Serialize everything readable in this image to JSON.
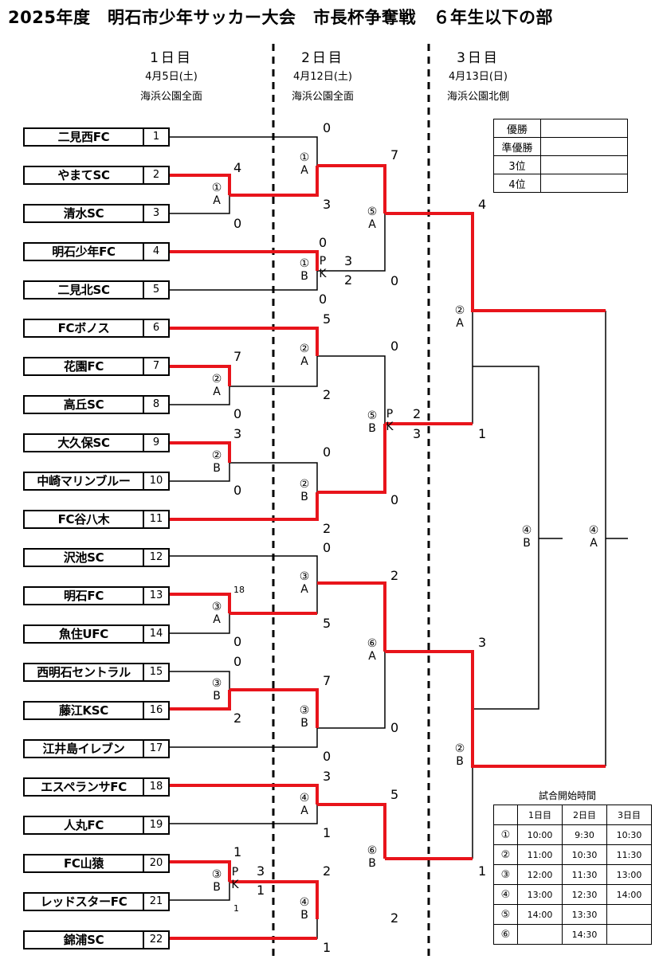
{
  "title": "2025年度　明石市少年サッカー大会　市長杯争奪戦　６年生以下の部",
  "days": [
    {
      "day": "1日目",
      "date": "4月5日(土)",
      "venue": "海浜公園全面"
    },
    {
      "day": "2日目",
      "date": "4月12日(土)",
      "venue": "海浜公園全面"
    },
    {
      "day": "3日目",
      "date": "4月13日(日)",
      "venue": "海浜公園北側"
    }
  ],
  "teams": [
    {
      "name": "二見西FC",
      "no": "1"
    },
    {
      "name": "やまてSC",
      "no": "2"
    },
    {
      "name": "清水SC",
      "no": "3"
    },
    {
      "name": "明石少年FC",
      "no": "4"
    },
    {
      "name": "二見北SC",
      "no": "5"
    },
    {
      "name": "FCボノス",
      "no": "6"
    },
    {
      "name": "花園FC",
      "no": "7"
    },
    {
      "name": "高丘SC",
      "no": "8"
    },
    {
      "name": "大久保SC",
      "no": "9"
    },
    {
      "name": "中崎マリンブルー",
      "no": "10"
    },
    {
      "name": "FC谷八木",
      "no": "11"
    },
    {
      "name": "沢池SC",
      "no": "12"
    },
    {
      "name": "明石FC",
      "no": "13"
    },
    {
      "name": "魚住UFC",
      "no": "14"
    },
    {
      "name": "西明石セントラル",
      "no": "15"
    },
    {
      "name": "藤江KSC",
      "no": "16"
    },
    {
      "name": "江井島イレブン",
      "no": "17"
    },
    {
      "name": "エスペランサFC",
      "no": "18"
    },
    {
      "name": "人丸FC",
      "no": "19"
    },
    {
      "name": "FC山猿",
      "no": "20"
    },
    {
      "name": "レッドスターFC",
      "no": "21"
    },
    {
      "name": "錦浦SC",
      "no": "22"
    }
  ],
  "match_labels": {
    "d1_1": {
      "num": "①",
      "court": "A"
    },
    "d1_2": {
      "num": "①",
      "court": "B"
    },
    "d1_3": {
      "num": "②",
      "court": "A"
    },
    "d1_4": {
      "num": "②",
      "court": "B"
    },
    "d1_5": {
      "num": "③",
      "court": "A"
    },
    "d1_6": {
      "num": "③",
      "court": "B"
    },
    "d2_1": {
      "num": "①",
      "court": "A"
    },
    "d2_2": {
      "num": "①",
      "court": "B"
    },
    "d2_3": {
      "num": "②",
      "court": "A"
    },
    "d2_4": {
      "num": "②",
      "court": "B"
    },
    "d2_5": {
      "num": "③",
      "court": "A"
    },
    "d2_6": {
      "num": "③",
      "court": "B"
    },
    "d2_7": {
      "num": "④",
      "court": "A"
    },
    "d2_8": {
      "num": "④",
      "court": "B"
    },
    "d2_9": {
      "num": "⑤",
      "court": "A"
    },
    "d2_10": {
      "num": "⑤",
      "court": "B"
    },
    "d2_11": {
      "num": "⑥",
      "court": "A"
    },
    "d2_12": {
      "num": "⑥",
      "court": "B"
    },
    "d3_1": {
      "num": "②",
      "court": "A"
    },
    "d3_2": {
      "num": "②",
      "court": "B"
    },
    "d3_3": {
      "num": "④",
      "court": "B"
    },
    "d3_4": {
      "num": "④",
      "court": "A"
    }
  },
  "pk_label": {
    "p": "P",
    "k": "K"
  },
  "scores": {
    "d1_1_top": "4",
    "d1_1_bot": "0",
    "d1_3_top": "7",
    "d1_3_bot": "0",
    "d1_4_top": "3",
    "d1_4_bot": "0",
    "d1_5_top": "18",
    "d1_5_bot": "0",
    "d1_6_top": "0",
    "d1_6_bot": "2",
    "d1_7_top": "1",
    "d1_7_bot": "1",
    "d1_7_pk_top": "3",
    "d1_7_pk_bot": "1",
    "d2_1_top": "0",
    "d2_1_bot": "3",
    "d2_2_top": "0",
    "d2_2_bot": "0",
    "d2_2_pk_top": "3",
    "d2_2_pk_bot": "2",
    "d2_3_top": "5",
    "d2_3_bot": "2",
    "d2_4_top": "0",
    "d2_4_bot": "2",
    "d2_5_top": "0",
    "d2_5_bot": "5",
    "d2_6_top": "7",
    "d2_6_bot": "0",
    "d2_7_top": "3",
    "d2_7_bot": "1",
    "d2_8_top": "2",
    "d2_8_bot": "1",
    "d2_9_top": "7",
    "d2_9_bot": "0",
    "d2_10_top": "0",
    "d2_10_bot": "0",
    "d2_10_pk_top": "2",
    "d2_10_pk_bot": "3",
    "d2_11_top": "2",
    "d2_11_bot": "0",
    "d2_12_top": "5",
    "d2_12_bot": "2",
    "d3_1_top": "4",
    "d3_1_bot": "1",
    "d3_2_top": "3",
    "d3_2_bot": "1"
  },
  "ranking": [
    {
      "rank": "優勝",
      "team": ""
    },
    {
      "rank": "準優勝",
      "team": ""
    },
    {
      "rank": "3位",
      "team": ""
    },
    {
      "rank": "4位",
      "team": ""
    }
  ],
  "schedule": {
    "title": "試合開始時間",
    "headers": [
      "",
      "1日目",
      "2日目",
      "3日目"
    ],
    "rows": [
      [
        "①",
        "10:00",
        "9:30",
        "10:30"
      ],
      [
        "②",
        "11:00",
        "10:30",
        "11:30"
      ],
      [
        "③",
        "12:00",
        "11:30",
        "13:00"
      ],
      [
        "④",
        "13:00",
        "12:30",
        "14:00"
      ],
      [
        "⑤",
        "14:00",
        "13:30",
        ""
      ],
      [
        "⑥",
        "",
        "14:30",
        ""
      ]
    ]
  },
  "colors": {
    "winner_line": "#e8141b",
    "line": "#000000"
  }
}
